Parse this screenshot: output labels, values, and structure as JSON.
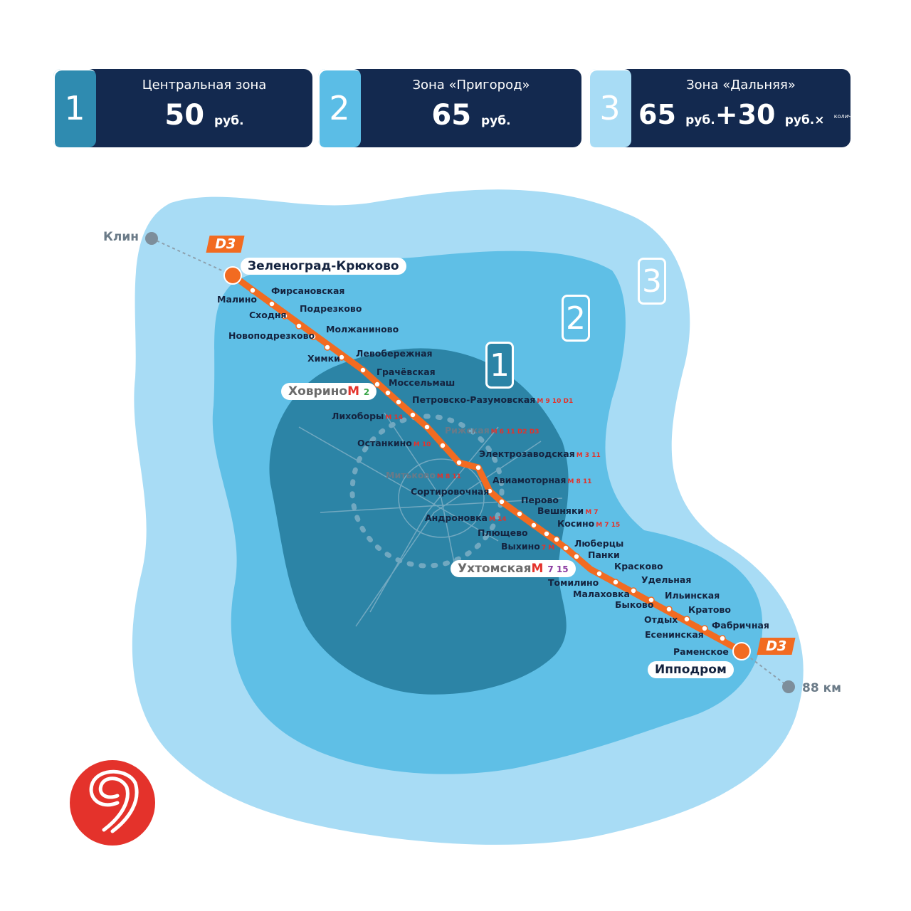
{
  "fare_zones": [
    {
      "number": "1",
      "title": "Центральная зона",
      "price": "50",
      "currency": "руб.",
      "color": "#2f8bb0"
    },
    {
      "number": "2",
      "title": "Зона «Пригород»",
      "price": "65",
      "currency": "руб.",
      "color": "#5bbde6"
    },
    {
      "number": "3",
      "title": "Зона «Дальняя»",
      "price": "65",
      "currency": "руб.",
      "plus": "+",
      "extra_price": "30",
      "extra_currency": "руб.",
      "times": "×",
      "note": "количество зон за пределами МЦД",
      "color": "#a8dcf5"
    }
  ],
  "map": {
    "zone_labels": [
      "1",
      "2",
      "3"
    ],
    "line_badge": "D3",
    "line_color": "#f26b21",
    "ends": {
      "north": "Клин",
      "south": "88 км"
    },
    "terminals": {
      "north": "Зеленоград-Крюково",
      "south": "Ипподром"
    },
    "transfer_badges": {
      "hovrino": {
        "name": "Ховрино",
        "metro": "M",
        "lines": "2"
      },
      "uhtomskaya": {
        "name": "Ухтомская",
        "metro": "M",
        "lines": "7 15"
      }
    },
    "stations": [
      "Фирсановская",
      "Малино",
      "Сходня",
      "Подрезково",
      "Новоподрезково",
      "Молжаниново",
      "Химки",
      "Левобережная",
      "Грачёвская",
      "Моссельмаш",
      "Петровско-Разумовская",
      "Лихоборы",
      "Рижская",
      "Останкино",
      "Электрозаводская",
      "Митьково",
      "Авиамоторная",
      "Сортировочная",
      "Перово",
      "Вешняки",
      "Андроновка",
      "Косино",
      "Плющево",
      "Выхино",
      "Люберцы",
      "Панки",
      "Красково",
      "Томилино",
      "Удельная",
      "Малаховка",
      "Ильинская",
      "Быково",
      "Кратово",
      "Отдых",
      "Фабричная",
      "Есенинская",
      "Раменское"
    ],
    "transfer_tags": {
      "Петровско-Разумовская": "M 9 10 D1",
      "Лихоборы": "M 14",
      "Рижская": "M 6 11 D2 D3",
      "Останкино": "M 10",
      "Электрозаводская": "M 3 11",
      "Митьково": "M 8 11",
      "Авиамоторная": "M 8 11",
      "Вешняки": "M 7",
      "Андроновка": "M 14",
      "Косино": "M 7 15",
      "Выхино": "7 M"
    }
  },
  "logo": "МЦД"
}
